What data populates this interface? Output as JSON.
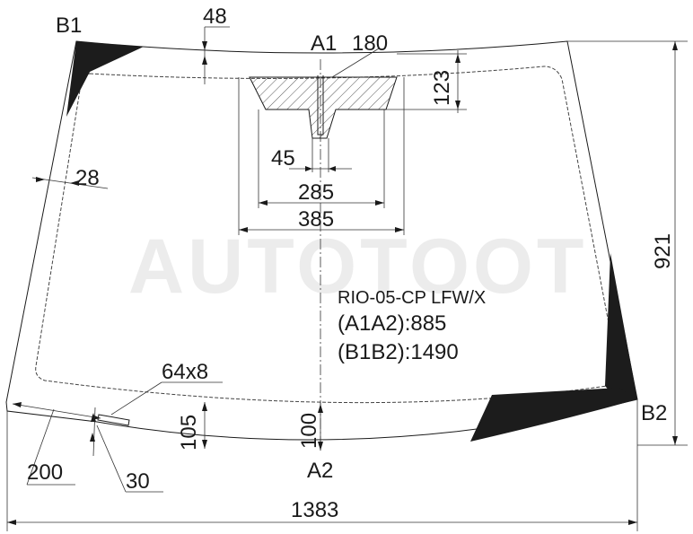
{
  "watermark": "AUTOTOOT",
  "part": {
    "code": "RIO-05-CP LFW/X",
    "a1a2": "(A1A2):885",
    "b1b2": "(B1B2):1490"
  },
  "points": {
    "b1": "B1",
    "b2": "B2",
    "a1": "A1",
    "a2": "A2"
  },
  "dimensions": {
    "top_edge": "48",
    "bracket_width": "180",
    "bracket_height": "123",
    "slot_width": "45",
    "inner_width": "285",
    "outer_width": "385",
    "side_edge": "28",
    "height": "921",
    "vin_window": "64x8",
    "vin_offset_v": "105",
    "bottom_center": "100",
    "vin_offset_h": "200",
    "vin_gap": "30",
    "total_width": "1383"
  },
  "colors": {
    "ceramic": "#1c1c1c",
    "hatch": "#555555",
    "line": "#1a1a1a"
  }
}
